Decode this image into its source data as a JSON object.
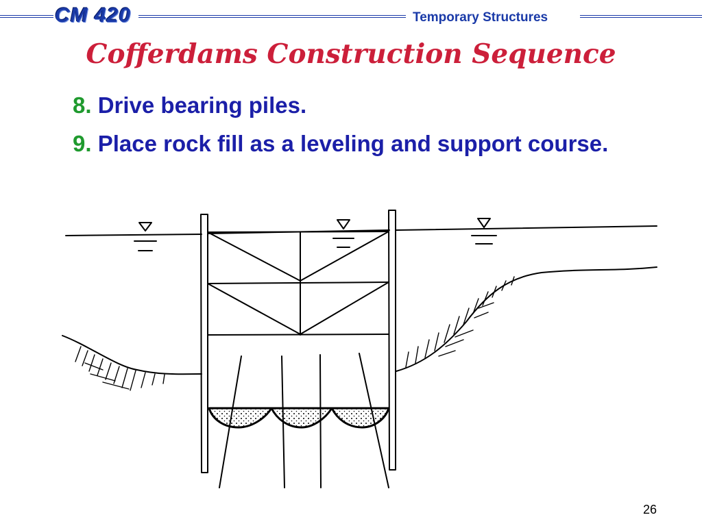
{
  "header": {
    "logo_text": "CM 420",
    "course_name": "Temporary Structures"
  },
  "slide": {
    "title": "Cofferdams Construction Sequence",
    "bullets": [
      {
        "number": "8.",
        "text": "Drive bearing piles."
      },
      {
        "number": "9.",
        "text": "Place rock fill as a leveling and support course."
      }
    ],
    "page_number": "26"
  },
  "colors": {
    "header_blue": "#1a3aa8",
    "title_red": "#cc1f3a",
    "bullet_text_blue": "#1b1fa8",
    "bullet_number_green": "#1f9a2e"
  }
}
